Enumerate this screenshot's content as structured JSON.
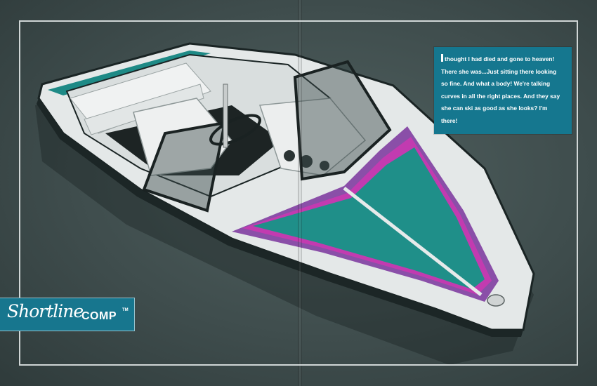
{
  "quote": {
    "text": "thought I had died and gone to heaven! There she was...Just sitting there looking so fine. And what a body! We're talking curves in all the right places. And they say she can ski as good as she looks? I'm there!"
  },
  "brand": {
    "script": "Shortline",
    "model": "COMP",
    "trademark": "TM"
  },
  "colors": {
    "teal": "#17768e",
    "deck_green": "#1f8f89",
    "stripe_purple": "#8a4fa8",
    "stripe_magenta": "#c23bb0",
    "hull_white": "#e8ecec",
    "water": "#46555a"
  }
}
